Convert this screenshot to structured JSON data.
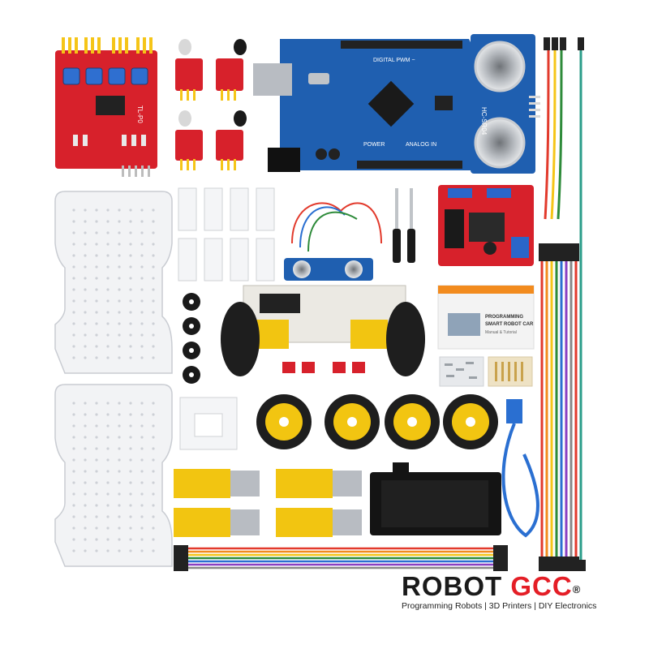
{
  "brand": {
    "name_part1": "ROBOT",
    "name_part2": "GCC",
    "registered": "®",
    "tagline": "Programming Robots | 3D Printers | DIY Electronics"
  },
  "booklet": {
    "title_line1": "PROGRAMMING",
    "title_line2": "SMART ROBOT CAR",
    "subtitle": "Manual & Tutorial"
  },
  "board_labels": {
    "arduino_digital": "DIGITAL PWM ~",
    "arduino_analog": "ANALOG IN",
    "arduino_power": "POWER",
    "ultrasonic": "HC-SR04",
    "tracker": "TL-P0"
  },
  "colors": {
    "red_pcb": "#d7212b",
    "blue_pcb": "#1f5fb0",
    "yellow": "#f2c511",
    "brand_red": "#e41e26"
  }
}
